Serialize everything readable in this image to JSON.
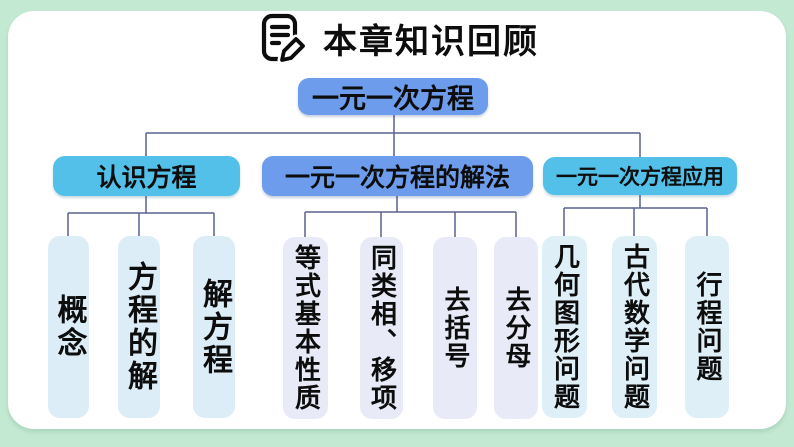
{
  "title": {
    "text": "本章知识回顾",
    "icon": "document-pencil-icon"
  },
  "tree": {
    "root_label": "一元一次方程",
    "branches": [
      {
        "label": "认识方程",
        "children": [
          "概念",
          "方程的解",
          "解方程"
        ]
      },
      {
        "label": "一元一次方程的解法",
        "children": [
          "等式基本性质",
          "同类相、移项",
          "去括号",
          "去分母"
        ]
      },
      {
        "label": "一元一次方程应用",
        "children": [
          "几何图形问题",
          "古代数学问题",
          "行程问题"
        ]
      }
    ]
  },
  "colors": {
    "background_green": "#c4e9d3",
    "card_white": "#ffffff",
    "primary_blue": "#6c9ceb",
    "secondary_cyan": "#52c0e8",
    "leaf_light_blue": "#ddedf8",
    "leaf_light_lavender": "#e8ebf7",
    "leaf_light_sky": "#dfeff8",
    "connector_line": "#5a628f",
    "text_black": "#0d0d0d"
  }
}
